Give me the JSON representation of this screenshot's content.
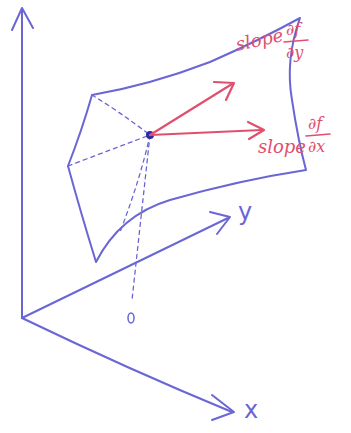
{
  "diagram": {
    "labels": [
      "slope",
      "∂f",
      "∂y",
      "slope",
      "∂f",
      "∂x",
      "y",
      "x"
    ]
  }
}
